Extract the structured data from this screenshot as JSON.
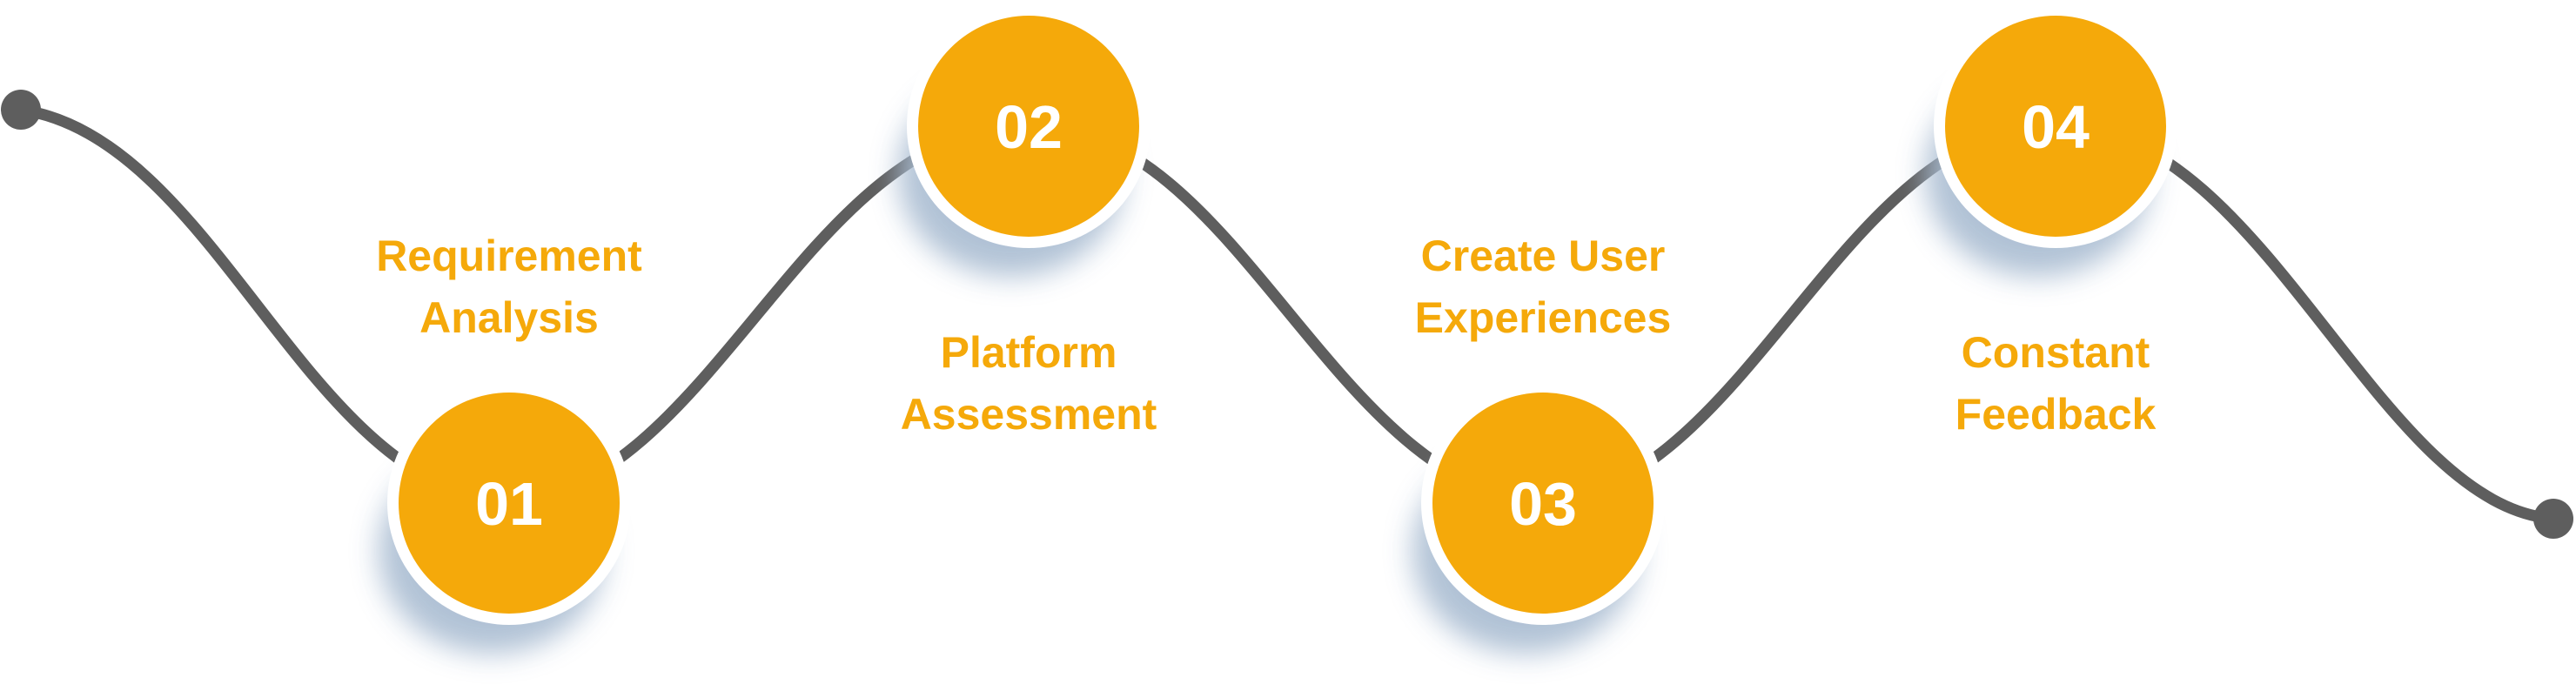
{
  "colors": {
    "accent": "#F5A90A",
    "line": "#5E5E5E",
    "ring": "#FFFFFF",
    "shadow": "#A9BCD1",
    "background": "#FFFFFF"
  },
  "steps": [
    {
      "number": "01",
      "label_lines": [
        "Requirement",
        "Analysis"
      ]
    },
    {
      "number": "02",
      "label_lines": [
        "Platform",
        "Assessment"
      ]
    },
    {
      "number": "03",
      "label_lines": [
        "Create User",
        "Experiences"
      ]
    },
    {
      "number": "04",
      "label_lines": [
        "Constant",
        "Feedback"
      ]
    }
  ]
}
